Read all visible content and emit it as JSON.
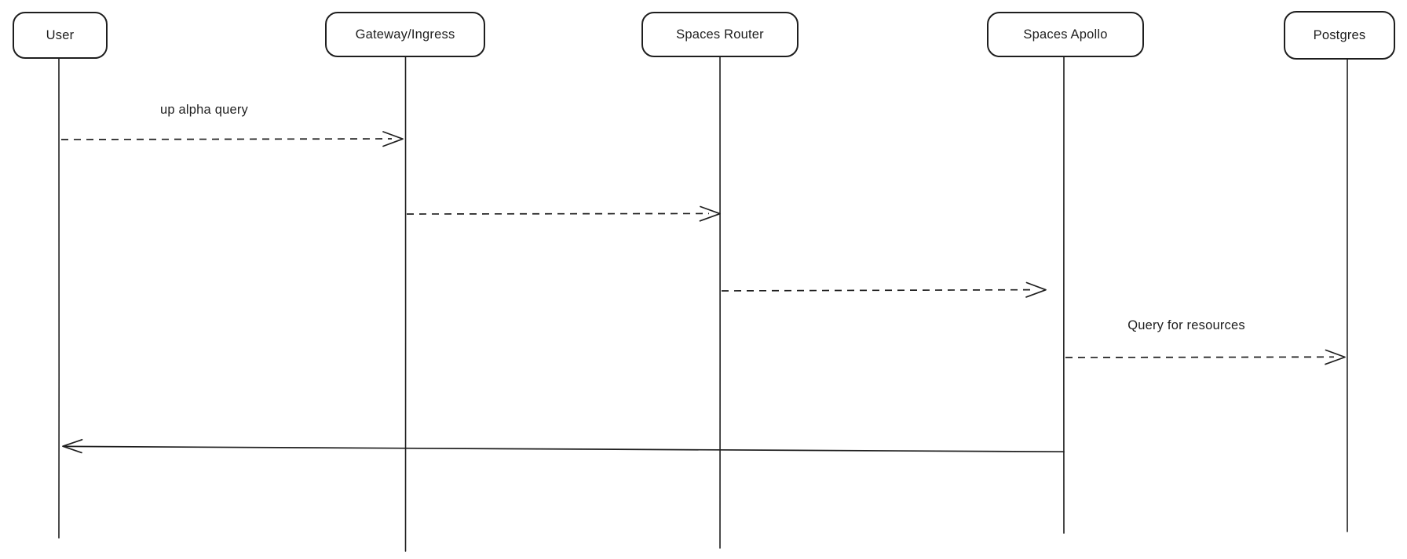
{
  "diagram": {
    "kind": "sequence-diagram",
    "background_color": "#ffffff",
    "stroke_color": "#1e1e1e",
    "actors": [
      {
        "label": "User"
      },
      {
        "label": "Gateway/Ingress"
      },
      {
        "label": "Spaces Router"
      },
      {
        "label": "Spaces Apollo"
      },
      {
        "label": "Postgres"
      }
    ],
    "messages": [
      {
        "label": "up alpha query",
        "from": "User",
        "to": "Gateway/Ingress",
        "line_style": "dashed",
        "direction": "right"
      },
      {
        "label": "",
        "from": "Gateway/Ingress",
        "to": "Spaces Router",
        "line_style": "dashed",
        "direction": "right"
      },
      {
        "label": "",
        "from": "Spaces Router",
        "to": "Spaces Apollo",
        "line_style": "dashed",
        "direction": "right"
      },
      {
        "label": "Query for resources",
        "from": "Spaces Apollo",
        "to": "Postgres",
        "line_style": "dashed",
        "direction": "right"
      },
      {
        "label": "",
        "from": "Spaces Apollo",
        "to": "User",
        "line_style": "solid",
        "direction": "left"
      }
    ]
  }
}
